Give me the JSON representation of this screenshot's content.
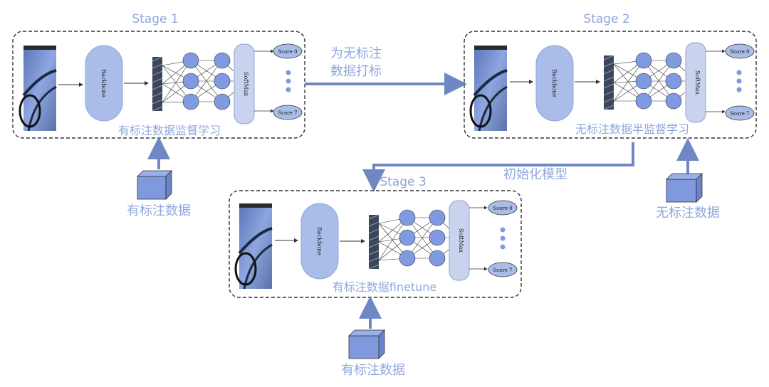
{
  "stages": [
    {
      "title": "Stage 1",
      "backbone_label": "Backbone",
      "softmax_label": "SoftMax",
      "score_top": "Score 0",
      "score_bottom": "Score 7",
      "caption": "有标注数据监督学习",
      "input_label": "有标注数据"
    },
    {
      "title": "Stage 2",
      "backbone_label": "Backbone",
      "softmax_label": "SoftMax",
      "score_top": "Score 0",
      "score_bottom": "Score 7",
      "caption": "无标注数据半监督学习",
      "input_label": "无标注数据"
    },
    {
      "title": "Stage 3",
      "backbone_label": "Backbone",
      "softmax_label": "SoftMax",
      "score_top": "Score 0",
      "score_bottom": "Score 7",
      "caption": "有标注数据finetune",
      "input_label": "有标注数据"
    }
  ],
  "arrows": {
    "stage1_to_stage2_line1": "为无标注",
    "stage1_to_stage2_line2": "数据打标",
    "stage2_to_stage3": "初始化模型"
  },
  "colors": {
    "accent": "#6f87c2",
    "light_blue": "#aabde9",
    "text_blue": "#8fa7dd",
    "node_blue": "#7f9ae0",
    "dark_strip": "#3c465a"
  }
}
